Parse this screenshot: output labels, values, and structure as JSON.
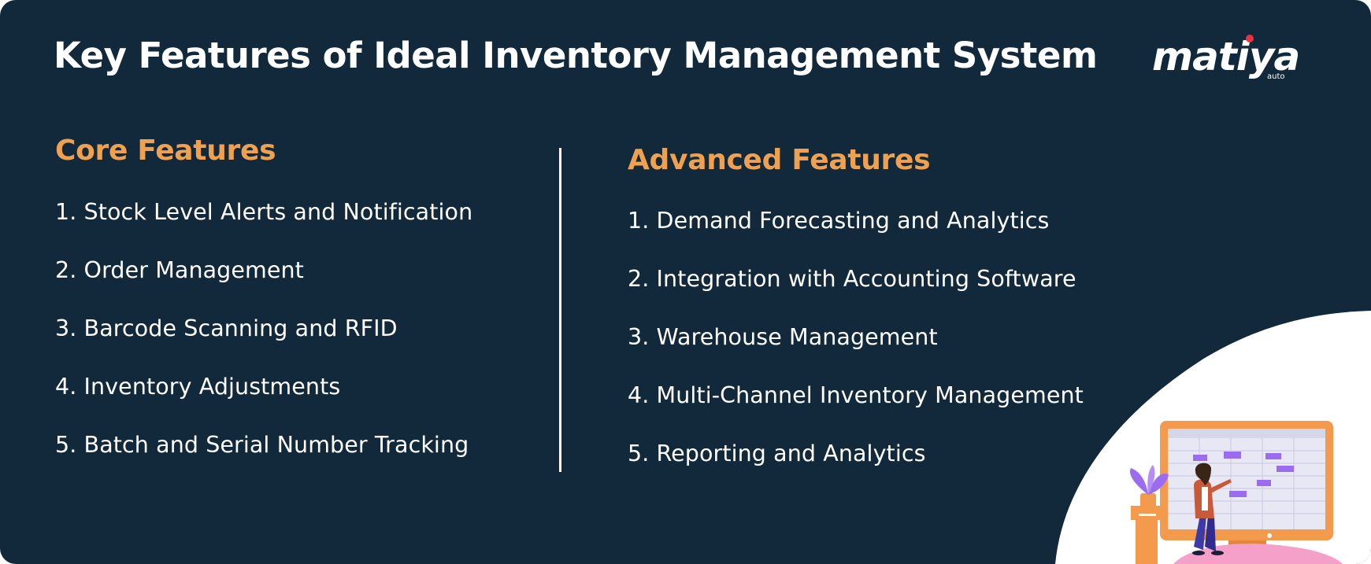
{
  "title": "Key Features of Ideal Inventory Management System",
  "logo": {
    "name": "matiya",
    "sub": "auto"
  },
  "core": {
    "heading": "Core Features",
    "items": [
      "1. Stock Level Alerts and Notification",
      "2. Order Management",
      "3. Barcode Scanning and RFID",
      "4. Inventory Adjustments",
      "5. Batch and Serial Number Tracking"
    ]
  },
  "advanced": {
    "heading": "Advanced Features",
    "items": [
      "1. Demand Forecasting and Analytics",
      "2. Integration with Accounting Software",
      "3. Warehouse Management",
      "4. Multi-Channel Inventory Management",
      "5. Reporting and Analytics"
    ]
  },
  "colors": {
    "background": "#11293a",
    "heading_accent": "#f0a150",
    "text": "#ffffff",
    "illustration_monitor": "#f39a4c",
    "illustration_bars": "#9c6cf0"
  }
}
